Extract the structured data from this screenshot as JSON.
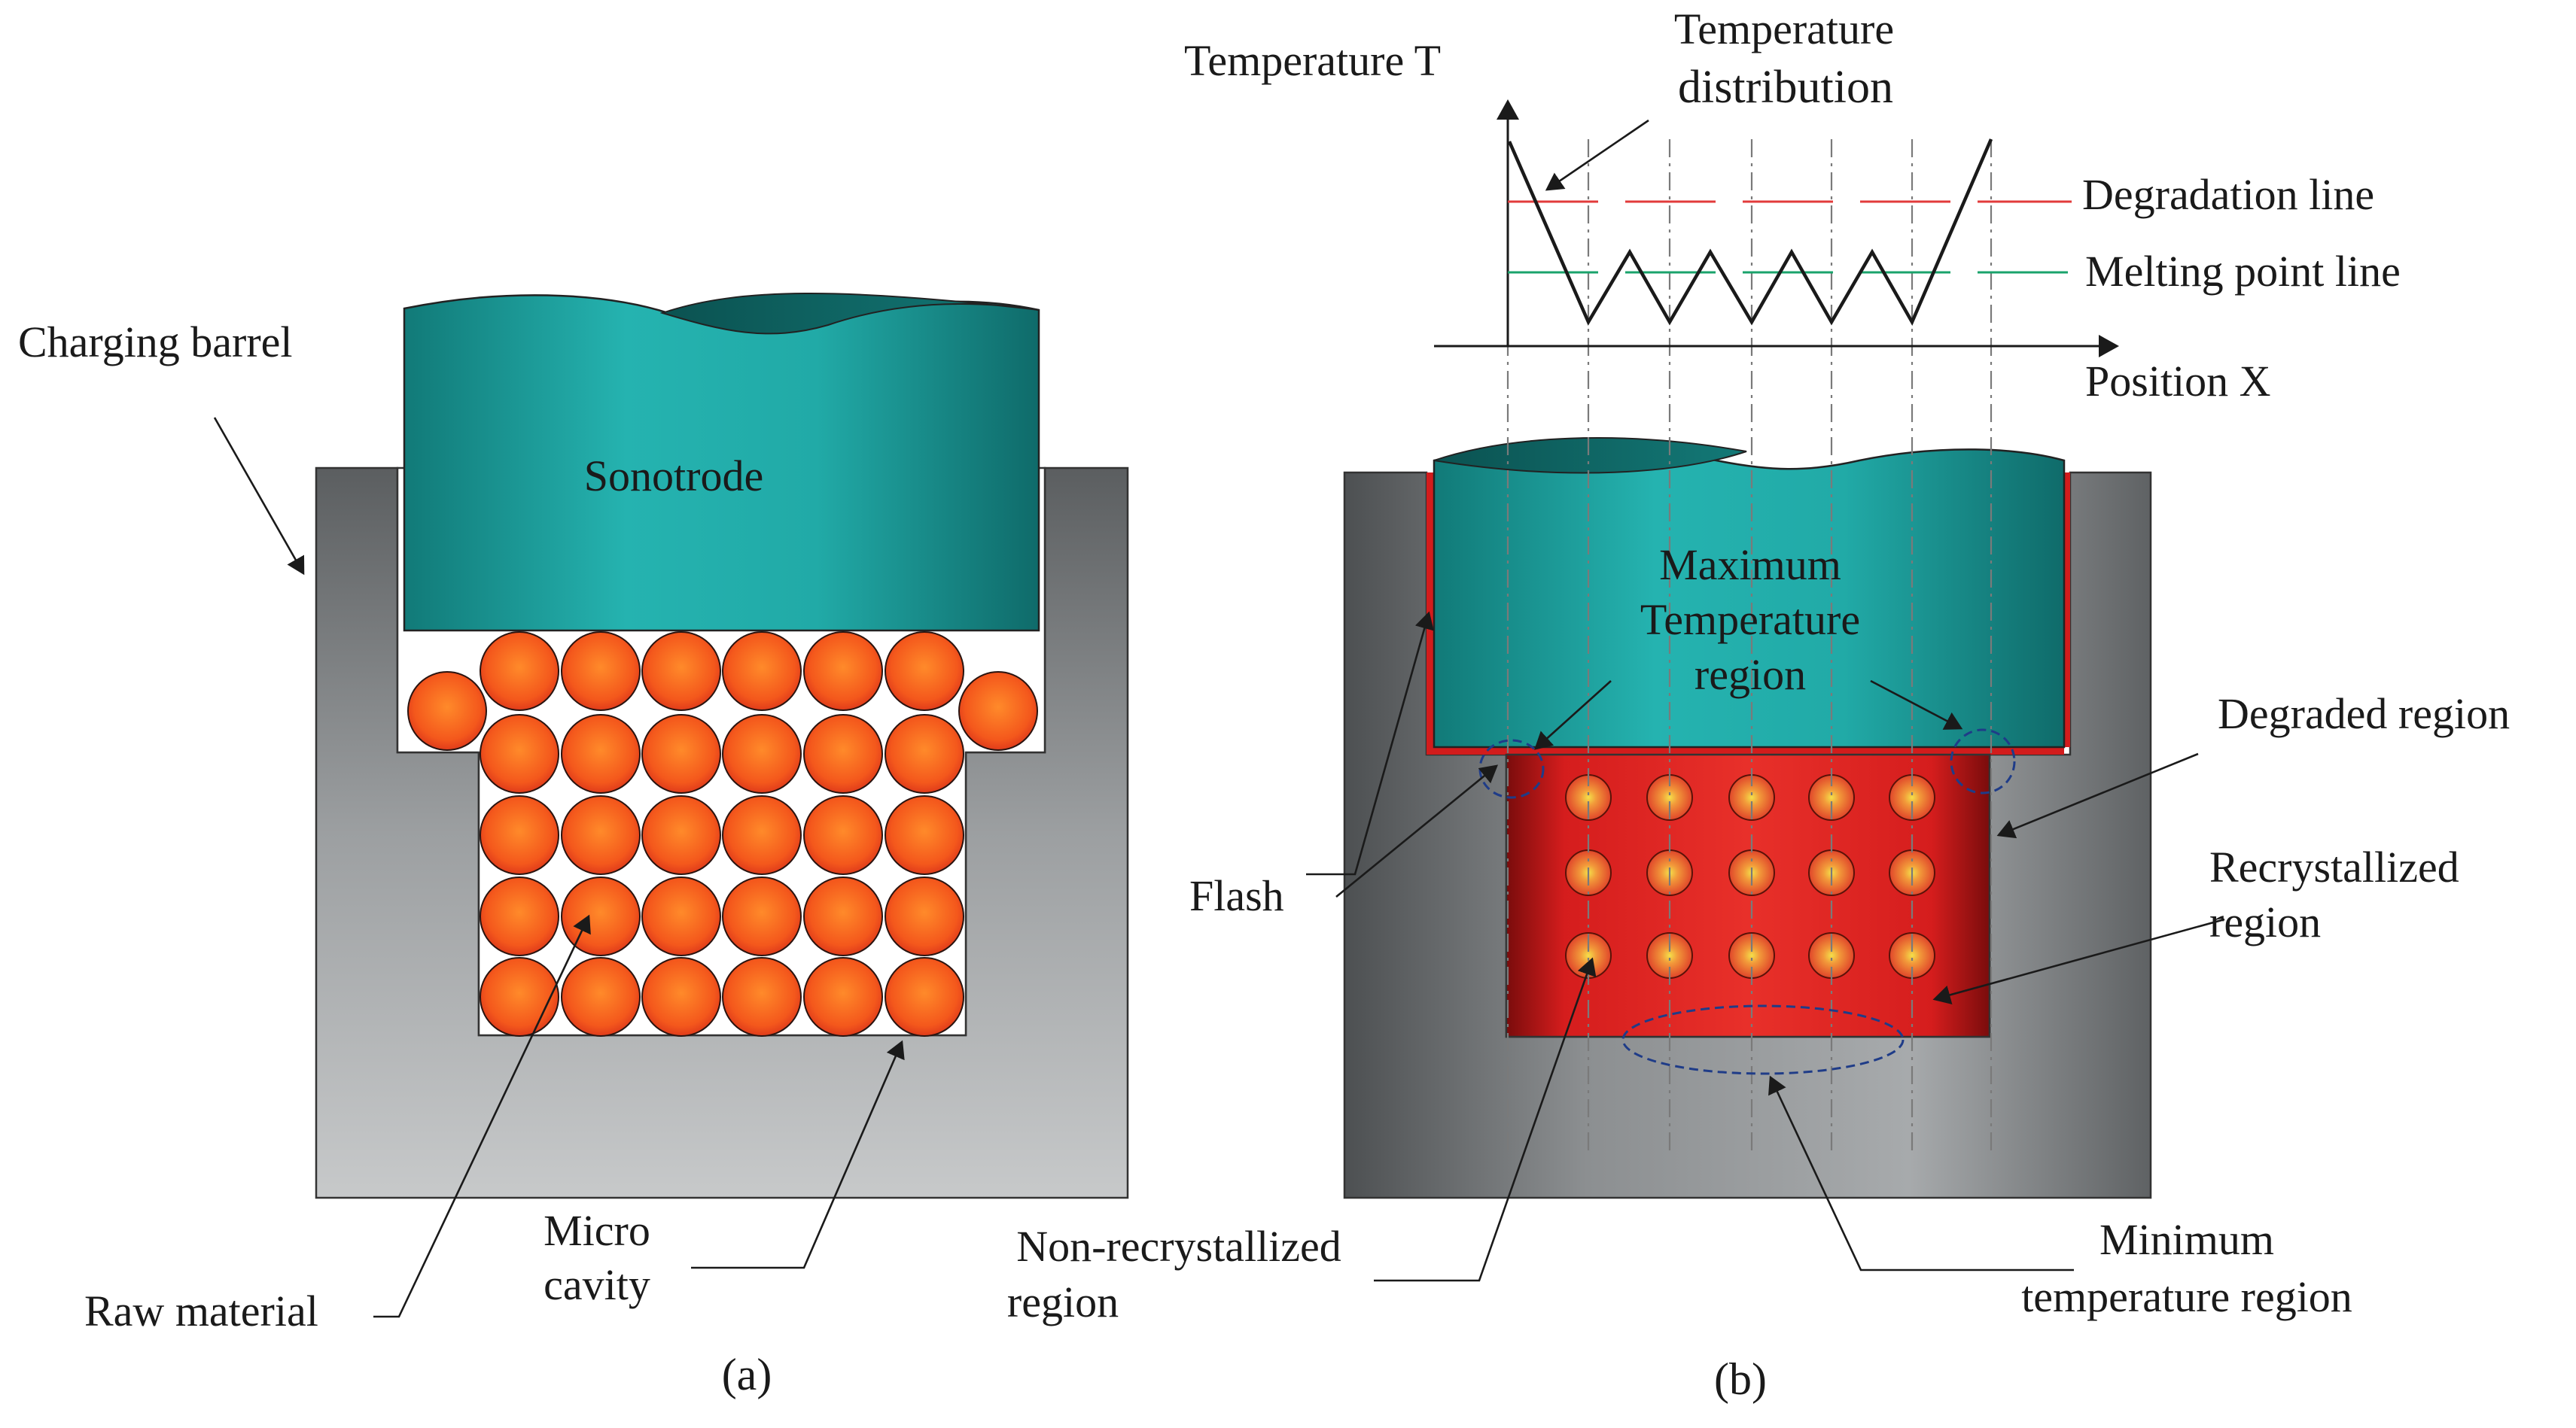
{
  "panel_a": {
    "caption": "(a)",
    "sonotrode": "Sonotrode",
    "charging_barrel": "Charging barrel",
    "micro_cavity_line1": "Micro",
    "micro_cavity_line2": "cavity",
    "raw_material": "Raw material"
  },
  "panel_b": {
    "caption": "(b)",
    "graph": {
      "y_label": "Temperature T",
      "x_label": "Position X",
      "dist_line1": "Temperature",
      "dist_line2": "distribution",
      "degradation_line": "Degradation line",
      "melting_line": "Melting point line"
    },
    "max_temp_line1": "Maximum",
    "max_temp_line2": "Temperature",
    "max_temp_line3": "region",
    "degraded_region": "Degraded region",
    "recrystallized_line1": "Recrystallized",
    "recrystallized_line2": "region",
    "flash": "Flash",
    "non_recryst_line1": "Non-recrystallized",
    "non_recryst_line2": "region",
    "min_temp_line1": "Minimum",
    "min_temp_line2": "temperature region"
  },
  "colors": {
    "teal": "#1e9c9a",
    "teal_dark": "#0f5f5e",
    "barrel_gray": "#8e9193",
    "particle_orange": "#f05a1e",
    "melt_red": "#d81e1e",
    "degradation_red": "#e23b3b",
    "melting_green": "#1aa36b",
    "dashed_blue": "#1f3c88"
  }
}
